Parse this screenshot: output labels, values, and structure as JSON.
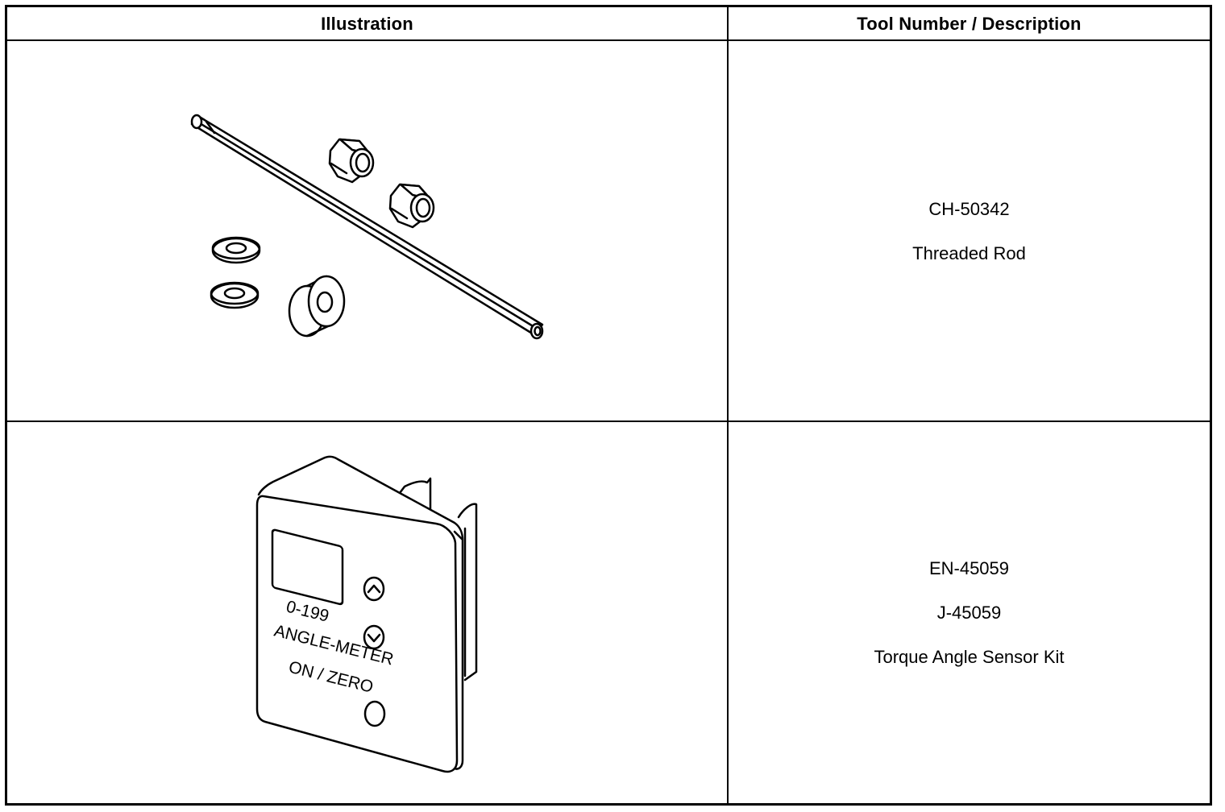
{
  "headers": {
    "illustration": "Illustration",
    "tool": "Tool Number / Description"
  },
  "rows": [
    {
      "lines": [
        "CH-50342",
        "Threaded Rod"
      ]
    },
    {
      "lines": [
        "EN-45059",
        "J-45059",
        "Torque Angle Sensor Kit"
      ],
      "device_labels": [
        "0-199",
        "ANGLE-METER",
        "ON / ZERO"
      ]
    }
  ]
}
